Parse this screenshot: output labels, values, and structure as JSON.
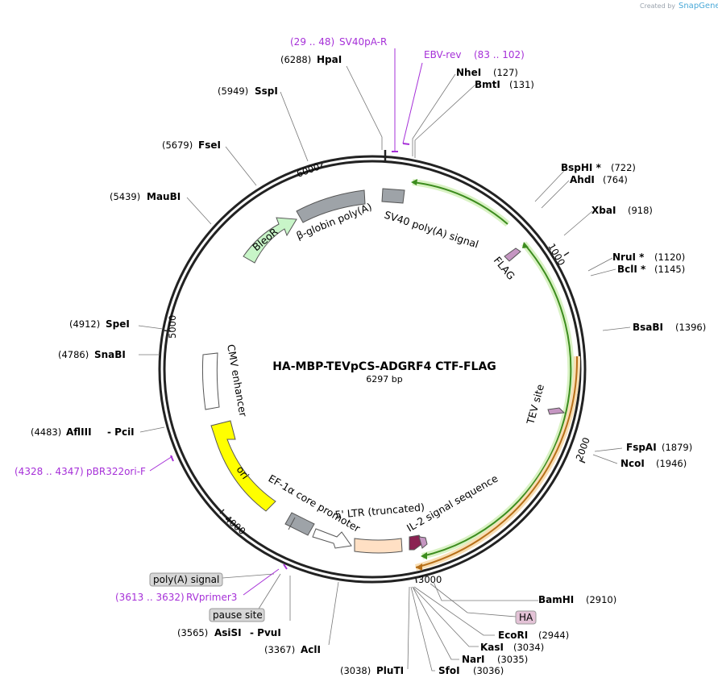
{
  "watermark": {
    "created_by": "Created by",
    "brand": "SnapGene"
  },
  "plasmid": {
    "name": "HA-MBP-TEVpCS-ADGRF4 CTF-FLAG",
    "size_label": "6297 bp"
  },
  "ticks": [
    "1000",
    "2000",
    "3000",
    "4000",
    "5000",
    "6000"
  ],
  "enzymes": [
    {
      "name": "HpaI",
      "pos": "(6288)"
    },
    {
      "name": "NheI",
      "pos": "(127)"
    },
    {
      "name": "BmtI",
      "pos": "(131)"
    },
    {
      "name": "SspI",
      "pos": "(5949)"
    },
    {
      "name": "FseI",
      "pos": "(5679)"
    },
    {
      "name": "BspHI *",
      "pos": "(722)"
    },
    {
      "name": "AhdI",
      "pos": "(764)"
    },
    {
      "name": "MauBI",
      "pos": "(5439)"
    },
    {
      "name": "XbaI",
      "pos": "(918)"
    },
    {
      "name": "NruI *",
      "pos": "(1120)"
    },
    {
      "name": "BclI *",
      "pos": "(1145)"
    },
    {
      "name": "SpeI",
      "pos": "(4912)"
    },
    {
      "name": "BsaBI",
      "pos": "(1396)"
    },
    {
      "name": "SnaBI",
      "pos": "(4786)"
    },
    {
      "name": "AflIII",
      "pos": "(4483)"
    },
    {
      "name": "- PciI",
      "pos": ""
    },
    {
      "name": "FspAI",
      "pos": "(1879)"
    },
    {
      "name": "NcoI",
      "pos": "(1946)"
    },
    {
      "name": "BamHI",
      "pos": "(2910)"
    },
    {
      "name": "EcoRI",
      "pos": "(2944)"
    },
    {
      "name": "KasI",
      "pos": "(3034)"
    },
    {
      "name": "NarI",
      "pos": "(3035)"
    },
    {
      "name": "SfoI",
      "pos": "(3036)"
    },
    {
      "name": "PluTI",
      "pos": "(3038)"
    },
    {
      "name": "AclI",
      "pos": "(3367)"
    },
    {
      "name": "AsiSI",
      "pos": "(3565)"
    },
    {
      "name": "- PvuI",
      "pos": ""
    }
  ],
  "primers": [
    {
      "name": "SV40pA-R",
      "pos": "(29 .. 48)"
    },
    {
      "name": "EBV-rev",
      "pos": "(83 .. 102)"
    },
    {
      "name": "pBR322ori-F",
      "pos": "(4328 .. 4347)"
    },
    {
      "name": "RVprimer3",
      "pos": "(3613 .. 3632)"
    }
  ],
  "features": {
    "sv40_polya": "SV40 poly(A) signal",
    "bglobin": "β-globin poly(A)",
    "bleor": "BleoR",
    "flag": "FLAG",
    "tev": "TEV site",
    "cmv": "CMV enhancer",
    "ori": "ori",
    "ef1a": "EF-1α core promoter",
    "ltr": "5' LTR (truncated)",
    "il2": "IL-2 signal sequence"
  },
  "boxed": {
    "polya_signal": "poly(A) signal",
    "pause_site": "pause site",
    "ha": "HA"
  },
  "colors": {
    "primer": "#a630d8",
    "ori": "#ffff00",
    "bleor": "#c8f5c8",
    "grey_feature": "#9ea3a8",
    "orf_green": "#3c8c1e",
    "orf_orange": "#b7701a",
    "ltr": "#ffe0c4",
    "il2": "#8b2252"
  }
}
